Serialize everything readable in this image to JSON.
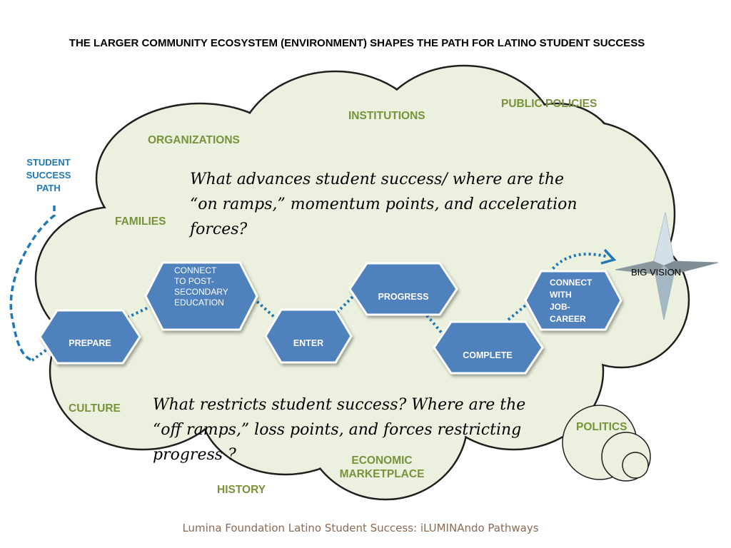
{
  "title": "THE LARGER COMMUNITY ECOSYSTEM (ENVIRONMENT) SHAPES THE PATH FOR LATINO STUDENT SUCCESS",
  "footer": "Lumina Foundation Latino Student Success: iLUMINAndo Pathways",
  "path_label": [
    "STUDENT",
    "SUCCESS",
    "PATH"
  ],
  "environment": {
    "organizations": "ORGANIZATIONS",
    "institutions": "INSTITUTIONS",
    "public_policies": "PUBLIC POLICIES",
    "families": "FAMILIES",
    "culture": "CULTURE",
    "history": "HISTORY",
    "economic": [
      "ECONOMIC",
      "MARKETPLACE"
    ],
    "politics": "POLITICS"
  },
  "questions": {
    "advances": [
      "What advances student success/ where are the",
      "“on ramps,” momentum points, and acceleration",
      "forces?"
    ],
    "restricts": [
      "What restricts student success? Where are the",
      "“off ramps,” loss points, and forces restricting",
      "progress ?"
    ]
  },
  "steps": {
    "prepare": "PREPARE",
    "connect_post": [
      "CONNECT",
      "TO POST-",
      "SECONDARY",
      "EDUCATION"
    ],
    "enter": "ENTER",
    "progress": "PROGRESS",
    "complete": "COMPLETE",
    "connect_job": [
      "CONNECT",
      "WITH",
      "JOB-",
      "CAREER"
    ]
  },
  "big_vision": "BIG VISION",
  "colors": {
    "cloud_fill": "#ebf1de",
    "cloud_stroke": "#1f1f1f",
    "hex_fill": "#4f81bd",
    "hex_stroke": "#ffffff",
    "path_blue": "#1f77b4",
    "env_green": "#77933c",
    "star_fill": "#b7c9d3"
  }
}
